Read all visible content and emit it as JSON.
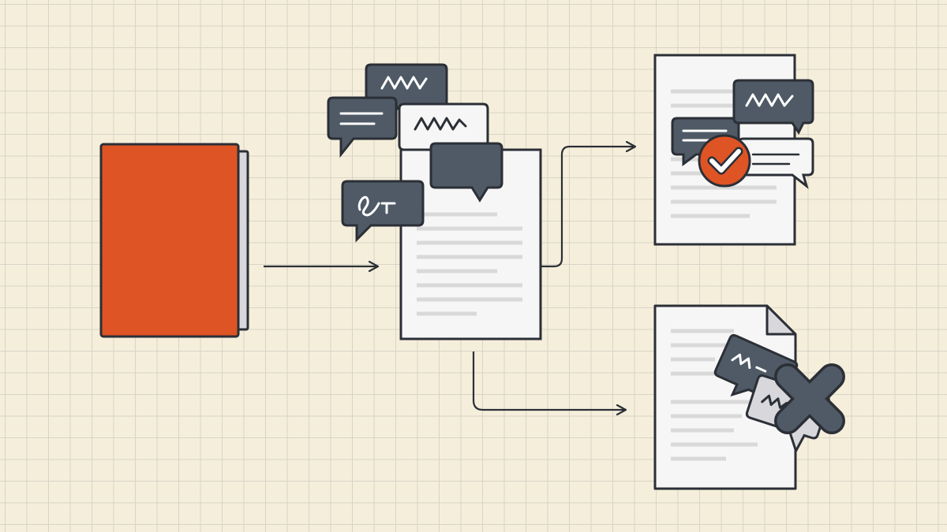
{
  "colors": {
    "background": "#f5eedb",
    "grid": "#d9d4c6",
    "outline": "#2b2f36",
    "book_cover": "#de5425",
    "book_pages": "#d7d7dc",
    "paper": "#f6f6f6",
    "text_line": "#d9d9d9",
    "bubble_dark": "#4f5a66",
    "bubble_light": "#f6f6f6",
    "accent_check": "#de5425",
    "reject_mark": "#4f5a66"
  },
  "nodes": {
    "source": {
      "kind": "closed-book",
      "icon": "book-icon"
    },
    "review": {
      "kind": "document-with-comments",
      "icon": "document-icon"
    },
    "approved": {
      "kind": "document-approved",
      "icon": "check-circle-icon"
    },
    "rejected": {
      "kind": "document-rejected",
      "icon": "x-mark-icon"
    }
  },
  "edges": [
    {
      "from": "source",
      "to": "review",
      "icon": "arrow-right-icon"
    },
    {
      "from": "review",
      "to": "approved",
      "icon": "arrow-right-icon"
    },
    {
      "from": "review",
      "to": "rejected",
      "icon": "arrow-right-icon"
    }
  ]
}
